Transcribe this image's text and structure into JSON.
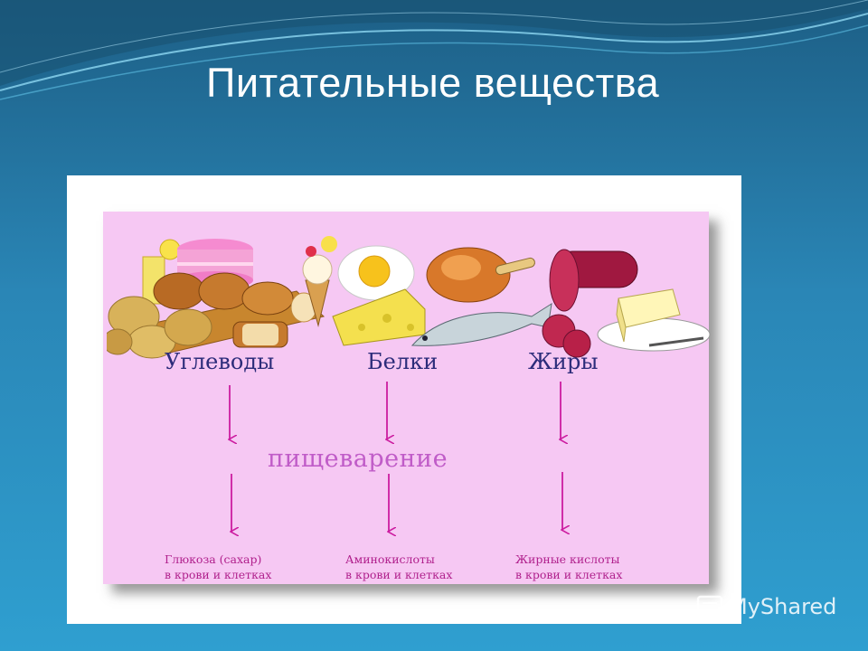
{
  "slide": {
    "title": "Питательные вещества"
  },
  "diagram": {
    "categories": [
      "Углеводы",
      "Белки",
      "Жиры"
    ],
    "process": "пищеварение",
    "results": [
      {
        "line1": "Глюкоза (сахар)",
        "line2": "в крови и клетках"
      },
      {
        "line1": "Аминокислоты",
        "line2": "в крови и клетках"
      },
      {
        "line1": "Жирные кислоты",
        "line2": "в крови и клетках"
      }
    ],
    "food_icons": [
      "lemonade-icon",
      "cake-icon",
      "bread-icon",
      "potato-icon",
      "ice-cream-icon",
      "egg-icon",
      "cheese-icon",
      "chicken-icon",
      "fish-icon",
      "sausage-icon",
      "butter-icon"
    ]
  },
  "watermark": {
    "text": "MyShared"
  },
  "colors": {
    "background": "#2a86b6",
    "card": "#f6c8f3",
    "category_text": "#2c2c7a",
    "process_text": "#c05cc8",
    "arrow": "#cc1ca0",
    "result_text": "#b0208c"
  }
}
